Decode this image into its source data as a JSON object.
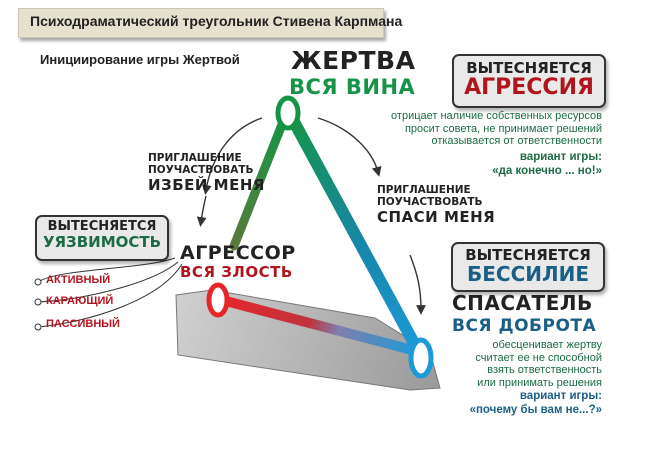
{
  "header": {
    "title": "Психодраматический треугольник Стивена Карпмана",
    "subtitle": "Инициирование игры Жертвой"
  },
  "victim": {
    "name": "ЖЕРТВА",
    "trait": "ВСЯ ВИНА",
    "displaced_prefix": "ВЫТЕСНЯЕТСЯ",
    "displaced": "АГРЕССИЯ",
    "desc_lines": [
      "отрицает наличие собственных ресурсов",
      "просит совета, не принимает решений",
      "отказывается от ответственности"
    ],
    "game_label": "вариант игры:",
    "game_phrase": "«да конечно ... но!»"
  },
  "aggressor": {
    "name": "АГРЕССОР",
    "trait": "ВСЯ ЗЛОСТЬ",
    "displaced_prefix": "ВЫТЕСНЯЕТСЯ",
    "displaced": "УЯЗВИМОСТЬ",
    "kinds": [
      "АКТИВНЫЙ",
      "КАРАЮЩИЙ",
      "ПАССИВНЫЙ"
    ]
  },
  "rescuer": {
    "name": "СПАСАТЕЛЬ",
    "trait": "ВСЯ ДОБРОТА",
    "displaced_prefix": "ВЫТЕСНЯЕТСЯ",
    "displaced": "БЕССИЛИЕ",
    "desc_lines": [
      "обесценивает жертву",
      "считает ее не способной",
      "взять ответственность",
      "или принимать решения"
    ],
    "game_label": "вариант игры:",
    "game_phrase": "«почему бы вам не...?»"
  },
  "invitations": {
    "left": {
      "line1": "ПРИГЛАШЕНИЕ",
      "line2": "ПОУЧАСТВОВАТЬ",
      "action": "ИЗБЕЙ МЕНЯ"
    },
    "right": {
      "line1": "ПРИГЛАШЕНИЕ",
      "line2": "ПОУЧАСТВОВАТЬ",
      "action": "СПАСИ МЕНЯ"
    }
  },
  "colors": {
    "victim": "#159447",
    "aggressor": "#e5262b",
    "rescuer": "#1a9ad9",
    "aggressor_dark": "#b0151d",
    "rescuer_dark": "#1a5f86",
    "text_green": "#1c6b45"
  }
}
